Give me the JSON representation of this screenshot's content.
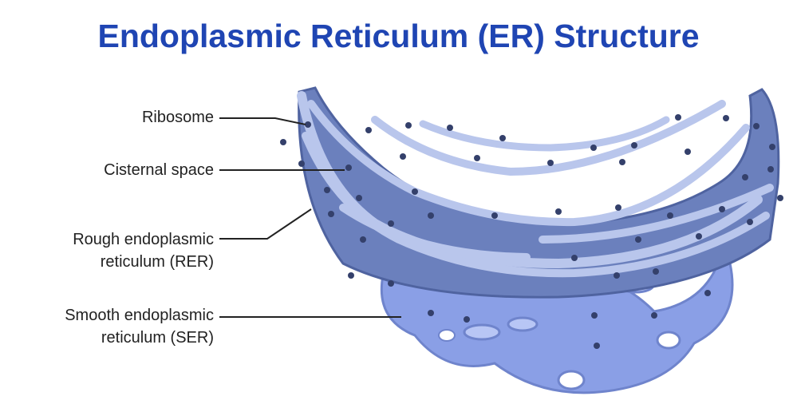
{
  "title": "Endoplasmic Reticulum (ER) Structure",
  "labels": {
    "ribosome": "Ribosome",
    "cisternal": "Cisternal space",
    "rer_line1": "Rough endoplasmic",
    "rer_line2": "reticulum (RER)",
    "ser_line1": "Smooth endoplasmic",
    "ser_line2": "reticulum (SER)"
  },
  "colors": {
    "title": "#1f45b3",
    "er_dark": "#5a6eab",
    "er_mid": "#7f94cf",
    "er_light": "#b9c6ec",
    "ser": "#8a9fe6",
    "ribosome": "#34406b"
  }
}
